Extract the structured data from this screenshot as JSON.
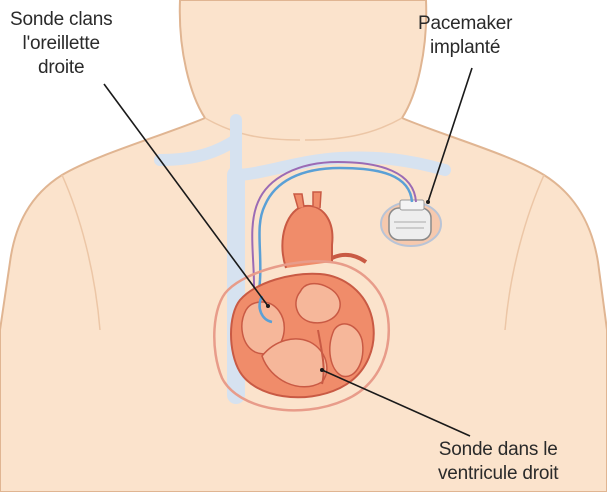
{
  "labels": {
    "atrium": {
      "line1": "Sonde clans",
      "line2": "l'oreillette",
      "line3": "droite"
    },
    "pacemaker": {
      "line1": "Pacemaker",
      "line2": "implanté"
    },
    "ventricle": {
      "line1": "Sonde dans le",
      "line2": "ventricule droit"
    }
  },
  "colors": {
    "skin": "#fbe3cc",
    "skin_outline": "#e0b592",
    "vessel": "#d6e2f0",
    "lead": "#5aa0d6",
    "heart_fill": "#f08c6a",
    "heart_chamber": "#f6b79a",
    "heart_outline": "#c95a44",
    "pocket": "#f6c9ae",
    "pointer": "#1a1a1a"
  }
}
